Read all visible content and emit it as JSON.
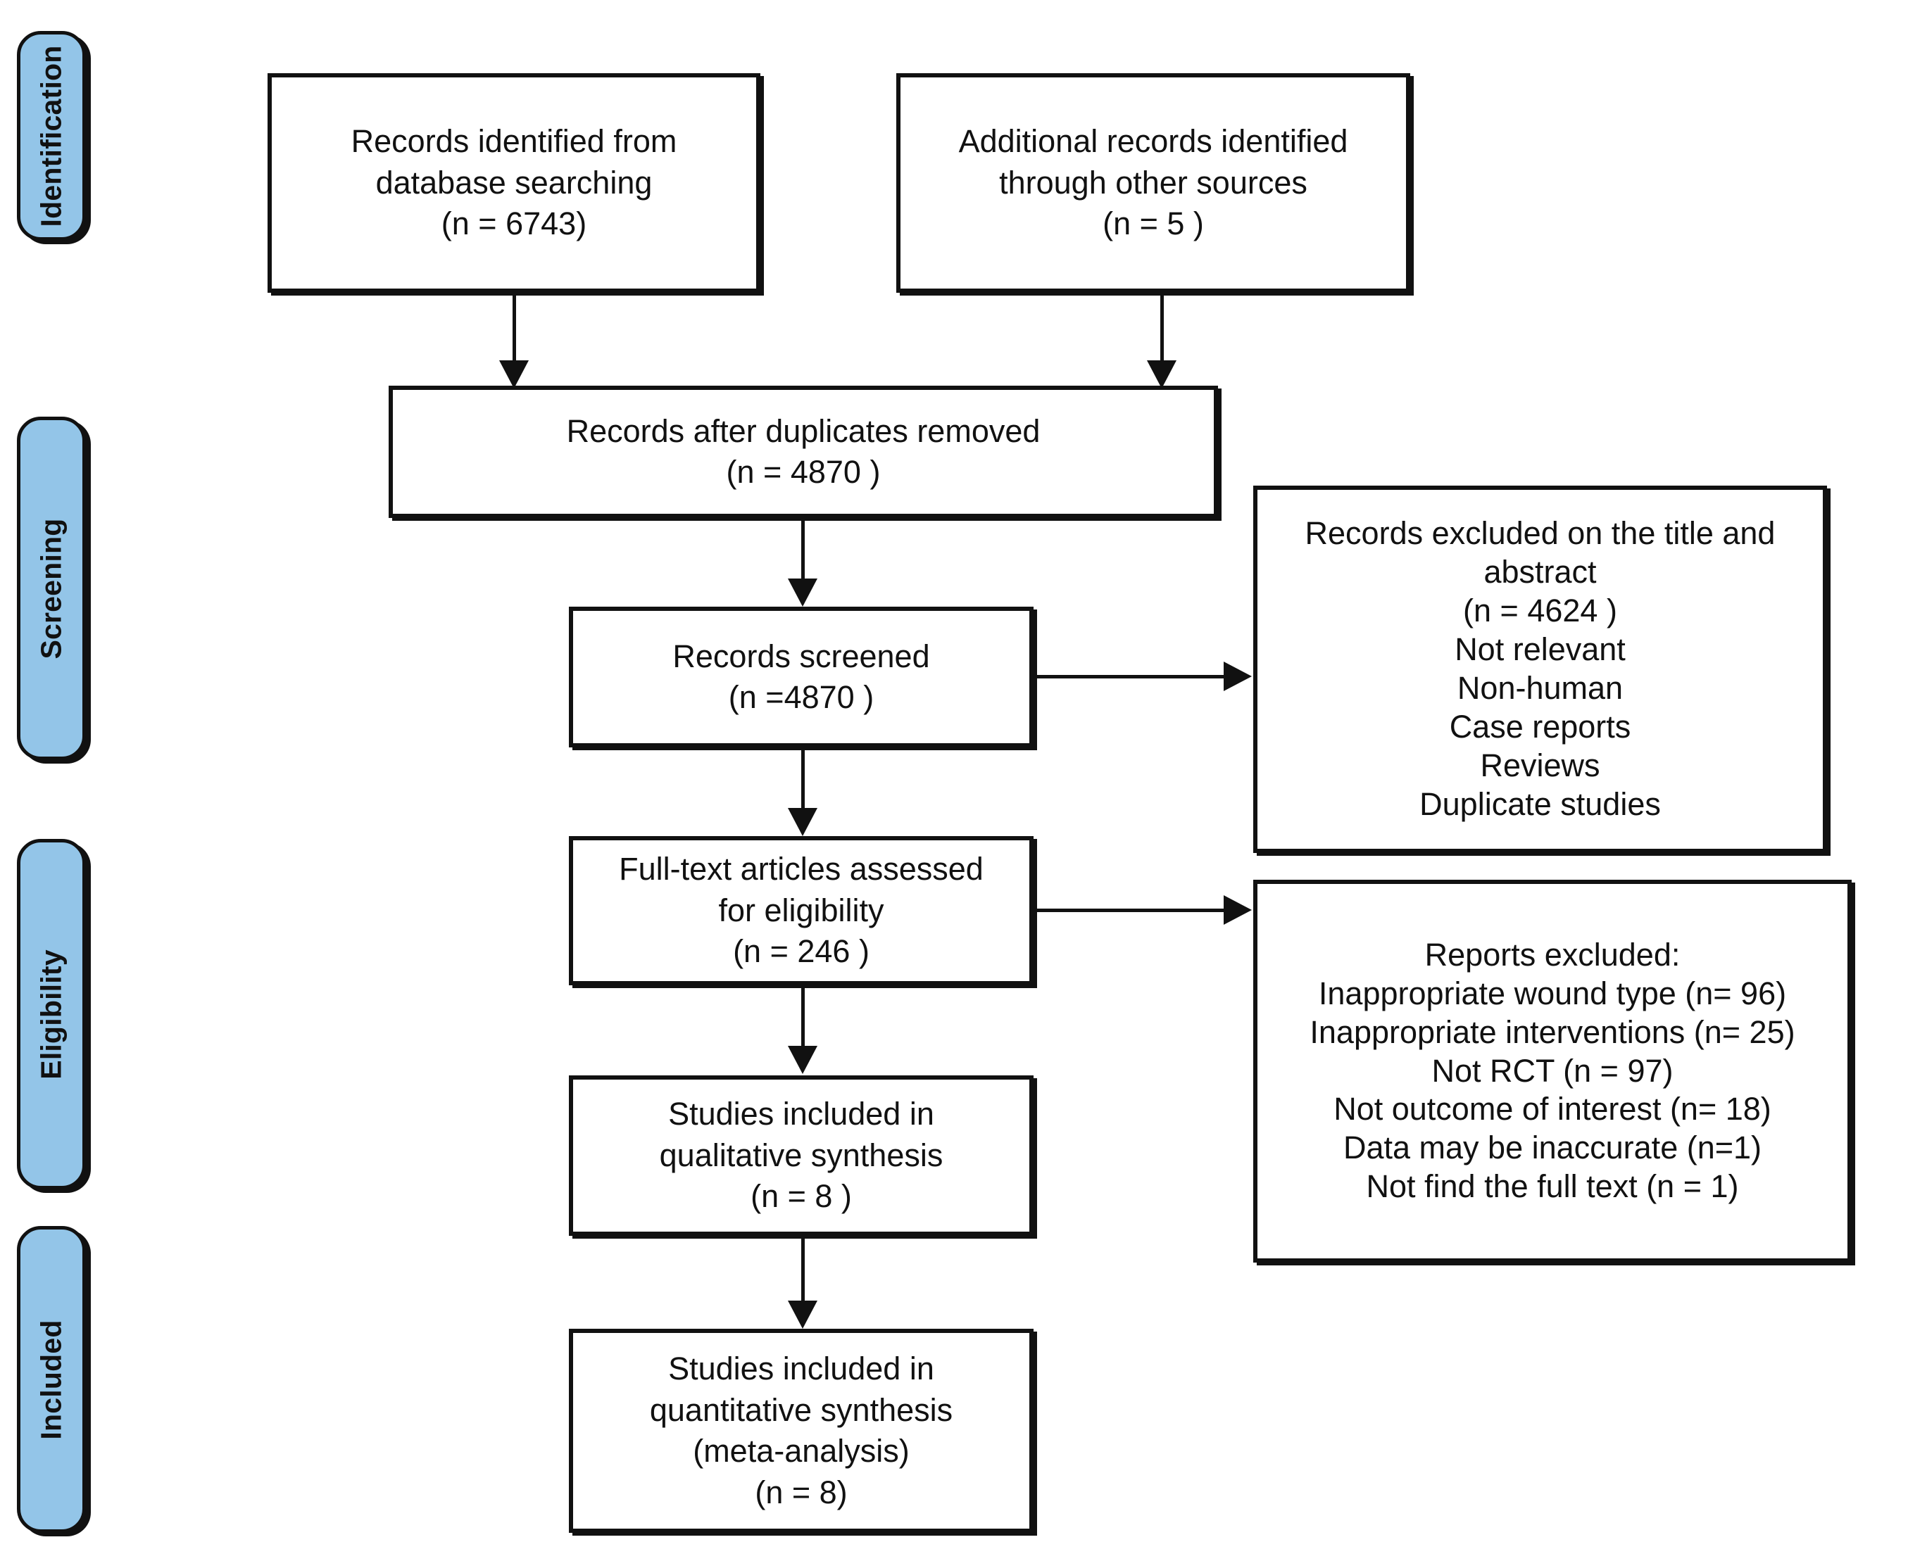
{
  "diagram": {
    "type": "prisma-flow-diagram",
    "accent_color": "#93C5E8",
    "line_color": "#111111",
    "background_color": "#ffffff",
    "stages": [
      {
        "id": "identification",
        "label": "Identification"
      },
      {
        "id": "screening",
        "label": "Screening"
      },
      {
        "id": "eligibility",
        "label": "Eligibility"
      },
      {
        "id": "included",
        "label": "Included"
      }
    ],
    "nodes": {
      "database_records": {
        "text": "Records identified from\ndatabase searching\n(n = 6743)",
        "n": 6743
      },
      "other_records": {
        "text": "Additional records identified\nthrough other sources\n(n = 5 )",
        "n": 5
      },
      "after_duplicates": {
        "text": "Records after duplicates removed\n(n = 4870 )",
        "n": 4870
      },
      "records_screened": {
        "text": "Records screened\n(n =4870 )",
        "n": 4870
      },
      "records_excluded": {
        "text": "Records excluded on the title and\nabstract\n(n = 4624 )\nNot relevant\nNon-human\nCase reports\nReviews\nDuplicate studies",
        "n": 4624,
        "reasons": [
          "Not relevant",
          "Non-human",
          "Case reports",
          "Reviews",
          "Duplicate studies"
        ]
      },
      "fulltext_assessed": {
        "text": "Full-text articles assessed\nfor eligibility\n(n = 246 )",
        "n": 246
      },
      "reports_excluded": {
        "text": "Reports excluded:\nInappropriate wound type (n= 96)\nInappropriate interventions (n= 25)\nNot RCT (n = 97)\nNot outcome of interest (n= 18)\nData may be inaccurate   (n=1)\nNot find the full text (n = 1)",
        "heading": "Reports excluded:",
        "reasons": [
          {
            "label": "Inappropriate wound type",
            "count": 96
          },
          {
            "label": "Inappropriate interventions",
            "count": 25
          },
          {
            "label": "Not RCT",
            "count": 97
          },
          {
            "label": "Not outcome of interest",
            "count": 18
          },
          {
            "label": "Data may be inaccurate",
            "count": 1
          },
          {
            "label": "Not find the full text",
            "count": 1
          }
        ]
      },
      "qualitative_synthesis": {
        "text": "Studies included in\nqualitative synthesis\n(n = 8 )",
        "n": 8
      },
      "quantitative_synthesis": {
        "text": "Studies included in\nquantitative synthesis\n(meta-analysis)\n(n = 8)",
        "n": 8
      }
    }
  }
}
